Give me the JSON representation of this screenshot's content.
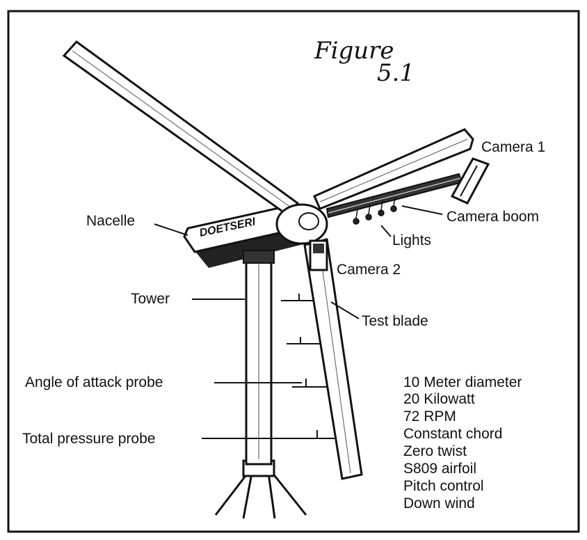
{
  "figure": {
    "handwritten_title": "Figure",
    "handwritten_number": "5.1",
    "nacelle_text": "DOETSERI"
  },
  "labels": {
    "camera_1": "Camera 1",
    "camera_boom": "Camera boom",
    "lights": "Lights",
    "camera_2": "Camera 2",
    "nacelle": "Nacelle",
    "tower": "Tower",
    "test_blade": "Test blade",
    "angle_of_attack_probe": "Angle of attack probe",
    "total_pressure_probe": "Total pressure probe"
  },
  "specs": [
    "10 Meter diameter",
    "20 Kilowatt",
    "72 RPM",
    "Constant chord",
    "Zero twist",
    "S809 airfoil",
    "Pitch control",
    "Down wind"
  ]
}
